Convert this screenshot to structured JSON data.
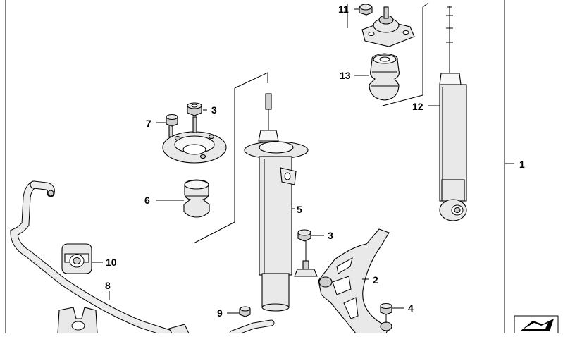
{
  "callouts": {
    "c1": "1",
    "c2": "2",
    "c3a": "3",
    "c3b": "3",
    "c4": "4",
    "c5": "5",
    "c6": "6",
    "c7": "7",
    "c8": "8",
    "c9": "9",
    "c10": "10",
    "c11": "11",
    "c12": "12",
    "c13": "13"
  }
}
